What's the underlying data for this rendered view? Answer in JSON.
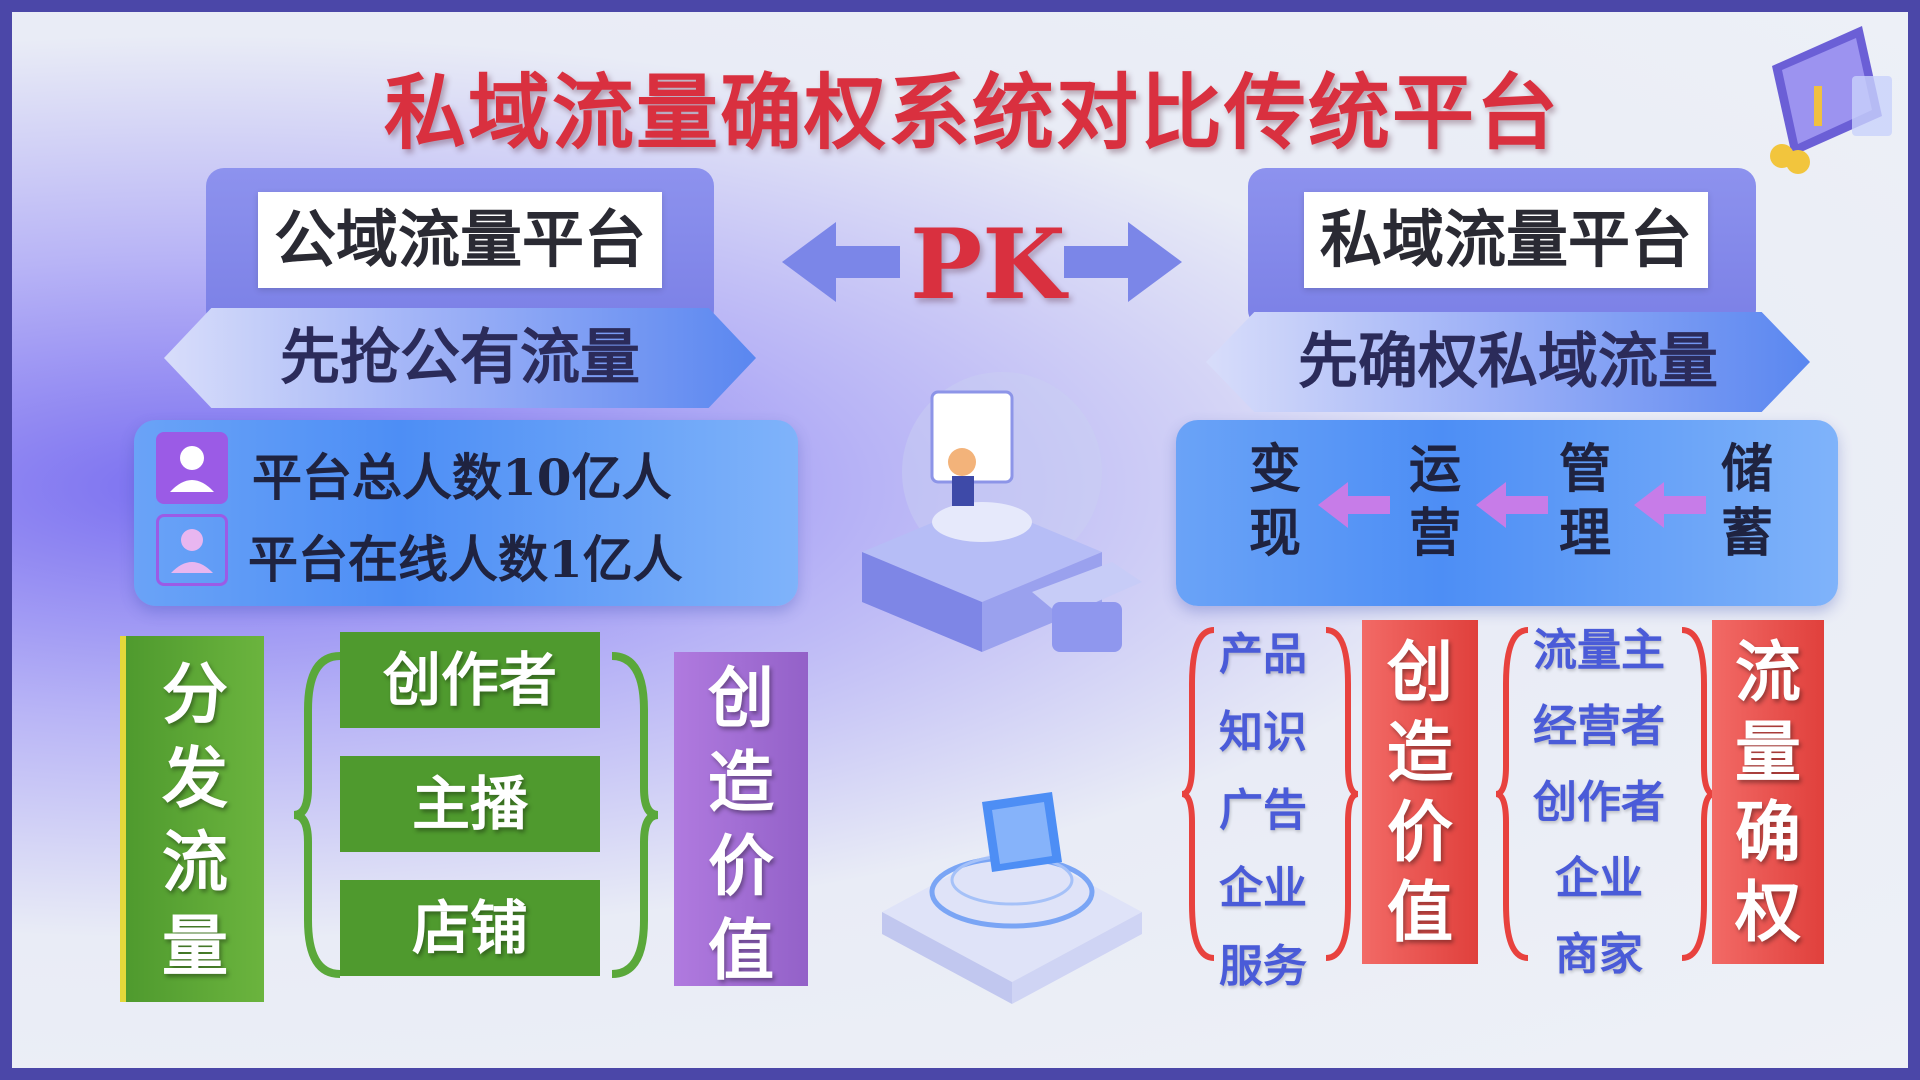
{
  "title": "私域流量确权系统对比传统平台",
  "left": {
    "header": "公域流量平台",
    "subheader": "先抢公有流量",
    "stats": [
      "平台总人数10亿人",
      "平台在线人数1亿人"
    ],
    "distribute": [
      "分",
      "发",
      "流",
      "量"
    ],
    "roles": [
      "创作者",
      "主播",
      "店铺"
    ],
    "value": [
      "创",
      "造",
      "价",
      "值"
    ]
  },
  "pk": "PK",
  "right": {
    "header": "私域流量平台",
    "subheader": "先确权私域流量",
    "flow": [
      {
        "top": "变",
        "bottom": "现"
      },
      {
        "top": "运",
        "bottom": "营"
      },
      {
        "top": "管",
        "bottom": "理"
      },
      {
        "top": "储",
        "bottom": "蓄"
      }
    ],
    "products": [
      "产品",
      "知识",
      "广告",
      "企业",
      "服务"
    ],
    "value": [
      "创",
      "造",
      "价",
      "值"
    ],
    "owners": [
      "流量主",
      "经营者",
      "创作者",
      "企业",
      "商家"
    ],
    "confirm": [
      "流",
      "量",
      "确",
      "权"
    ]
  },
  "colors": {
    "title_red": "#d9303f",
    "green": "#4f9a2e",
    "purple": "#9b5be6",
    "red": "#e0403c",
    "blue": "#4d8ef5"
  }
}
